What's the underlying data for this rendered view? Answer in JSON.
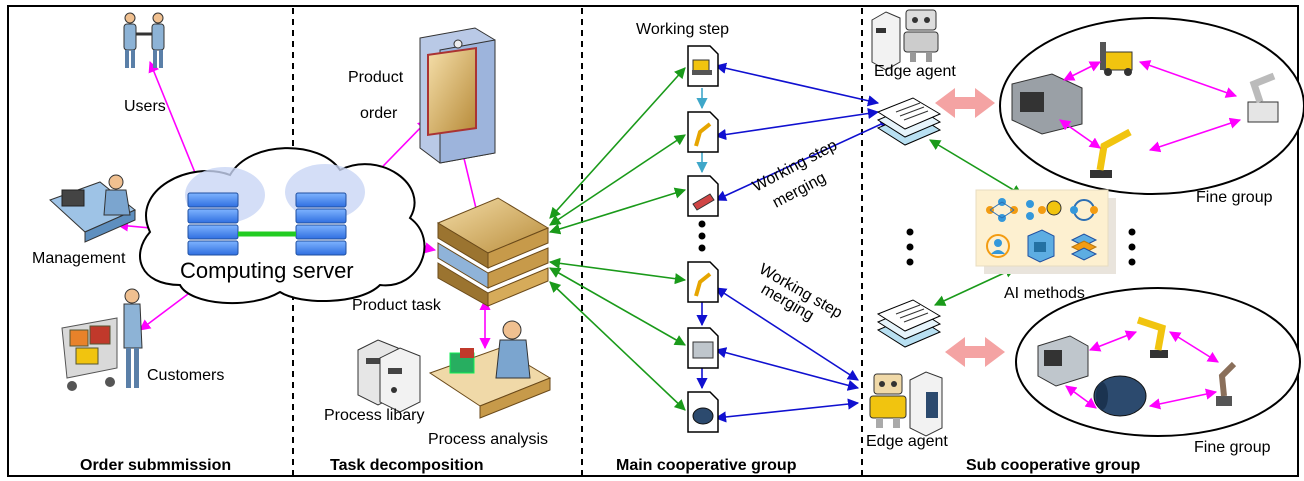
{
  "sections": {
    "order": "Order submmission",
    "task": "Task decomposition",
    "main": "Main cooperative group",
    "sub": "Sub cooperative group"
  },
  "labels": {
    "users": "Users",
    "management": "Management",
    "customers": "Customers",
    "computing_server": "Computing server",
    "product_order_line1": "Product",
    "product_order_line2": "order",
    "product_task": "Product task",
    "process_library": "Process libary",
    "process_analysis": "Process analysis",
    "working_step": "Working step",
    "merge1_line1": "Working step",
    "merge1_line2": "merging",
    "merge2_line1": "Working step",
    "merge2_line2": "merging",
    "edge_agent_top": "Edge agent",
    "edge_agent_bottom": "Edge agent",
    "fine_group_top": "Fine group",
    "fine_group_bottom": "Fine group",
    "ai_methods": "AI methods"
  },
  "colors": {
    "magenta": "#ff00ff",
    "green": "#1a9a1a",
    "blue": "#1010d0",
    "cyan": "#3fa7c9",
    "bright_green": "#22cc22",
    "salmon": "#f4a3a3"
  },
  "icons": [
    "handshake-users-icon",
    "management-desk-icon",
    "customer-cart-icon",
    "cloud-server-icon",
    "product-order-server-icon",
    "product-task-stack-icon",
    "process-library-icon",
    "process-analysis-desk-icon",
    "document-icon",
    "robot-icon",
    "edge-server-icon",
    "cnc-machine-icon",
    "forklift-icon",
    "robot-arm-icon",
    "motor-icon",
    "ai-panel-icon"
  ]
}
